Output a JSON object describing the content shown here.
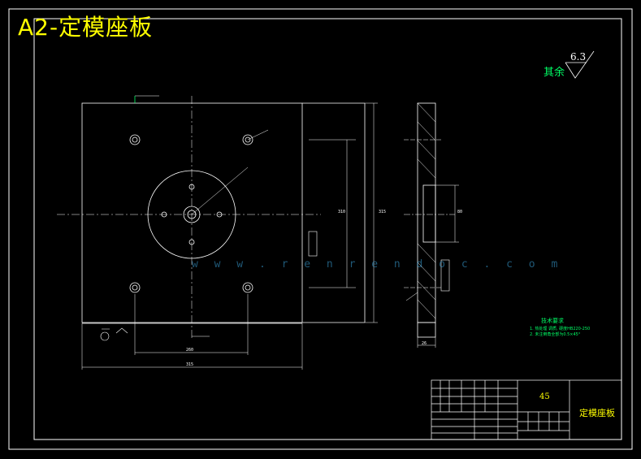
{
  "title": "A2-定模座板",
  "roughness": {
    "label": "其余",
    "value": "6.3"
  },
  "dimensions": {
    "hole_bottom_spacing": "260",
    "plate_width": "315",
    "plate_height_inner": "310",
    "plate_height_outer": "315",
    "center_height": "80",
    "thickness": "26"
  },
  "technical_requirements": {
    "title": "技术要求",
    "items": [
      "1. 热处理 调质, 硬度HB220-250",
      "2. 未注倒角全部为0.5×45°"
    ]
  },
  "title_block": {
    "material": "45",
    "part_name": "定模座板"
  },
  "watermark": "w w w . r e n r e n d o c . c o m",
  "colors": {
    "background": "#000000",
    "lines": "#ffffff",
    "title": "#ffff00",
    "annotation": "#00ff66",
    "watermark": "#2f8fd0"
  }
}
